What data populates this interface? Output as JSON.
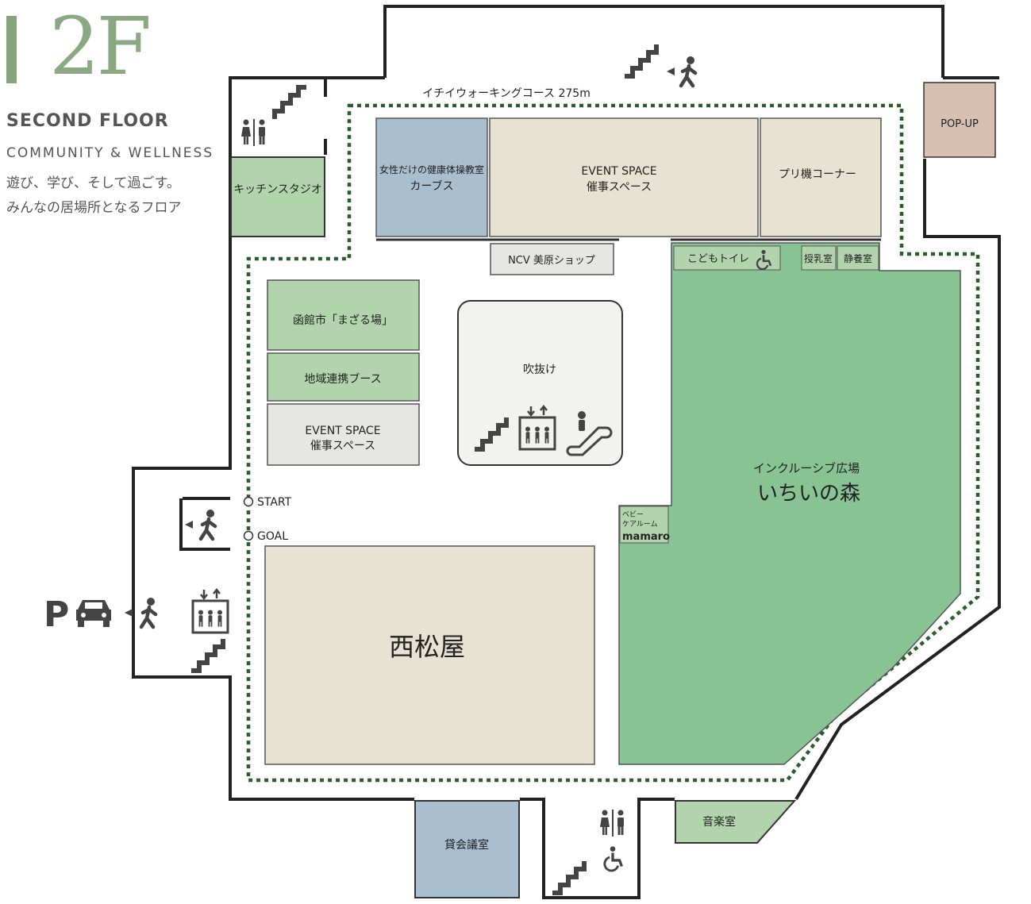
{
  "header": {
    "floor_number": "2F",
    "floor_name": "SECOND FLOOR",
    "category": "COMMUNITY & WELLNESS",
    "description_line1": "遊び、学び、そして過ごす。",
    "description_line2": "みんなの居場所となるフロア"
  },
  "walking_course": {
    "label": "イチイウォーキングコース 275m",
    "start_label": "START",
    "goal_label": "GOAL"
  },
  "rooms": {
    "kitchen_studio": "キッチンスタジオ",
    "curves_line1": "女性だけの健康体操教室",
    "curves_line2": "カーブス",
    "event_space_top_line1": "EVENT SPACE",
    "event_space_top_line2": "催事スペース",
    "purikura_corner": "プリ機コーナー",
    "popup": "POP-UP",
    "ncv_shop": "NCV 美原ショップ",
    "kids_toilet": "こどもトイレ",
    "nursing_room": "授乳室",
    "rest_room": "静養室",
    "hakodate_mazaruba": "函館市「まざる場」",
    "regional_booth": "地域連携ブース",
    "event_space_left_line1": "EVENT SPACE",
    "event_space_left_line2": "催事スペース",
    "atrium": "吹抜け",
    "inclusive_plaza_sub": "インクルーシブ広場",
    "inclusive_plaza_main": "いちいの森",
    "baby_care_line1": "ベビー",
    "baby_care_line2": "ケアルーム",
    "baby_care_brand": "mamaro",
    "nishimatsuya": "西松屋",
    "rental_meeting_room": "貸会議室",
    "music_room": "音楽室"
  },
  "parking": {
    "label": "P"
  },
  "icons": [
    "stairs-icon",
    "walker-icon",
    "restroom-icon",
    "wheelchair-icon",
    "elevator-icon",
    "escalator-icon",
    "car-icon",
    "parking-icon"
  ],
  "colors": {
    "green_room": "#b2d4ad",
    "forest": "#87c393",
    "beige": "#e8e2d3",
    "blue_room": "#a9bfd0",
    "grey_room": "#e6e6e4",
    "popup": "#d7bfb2",
    "course_dots": "#2b5e2b",
    "accent": "#8aa982"
  }
}
